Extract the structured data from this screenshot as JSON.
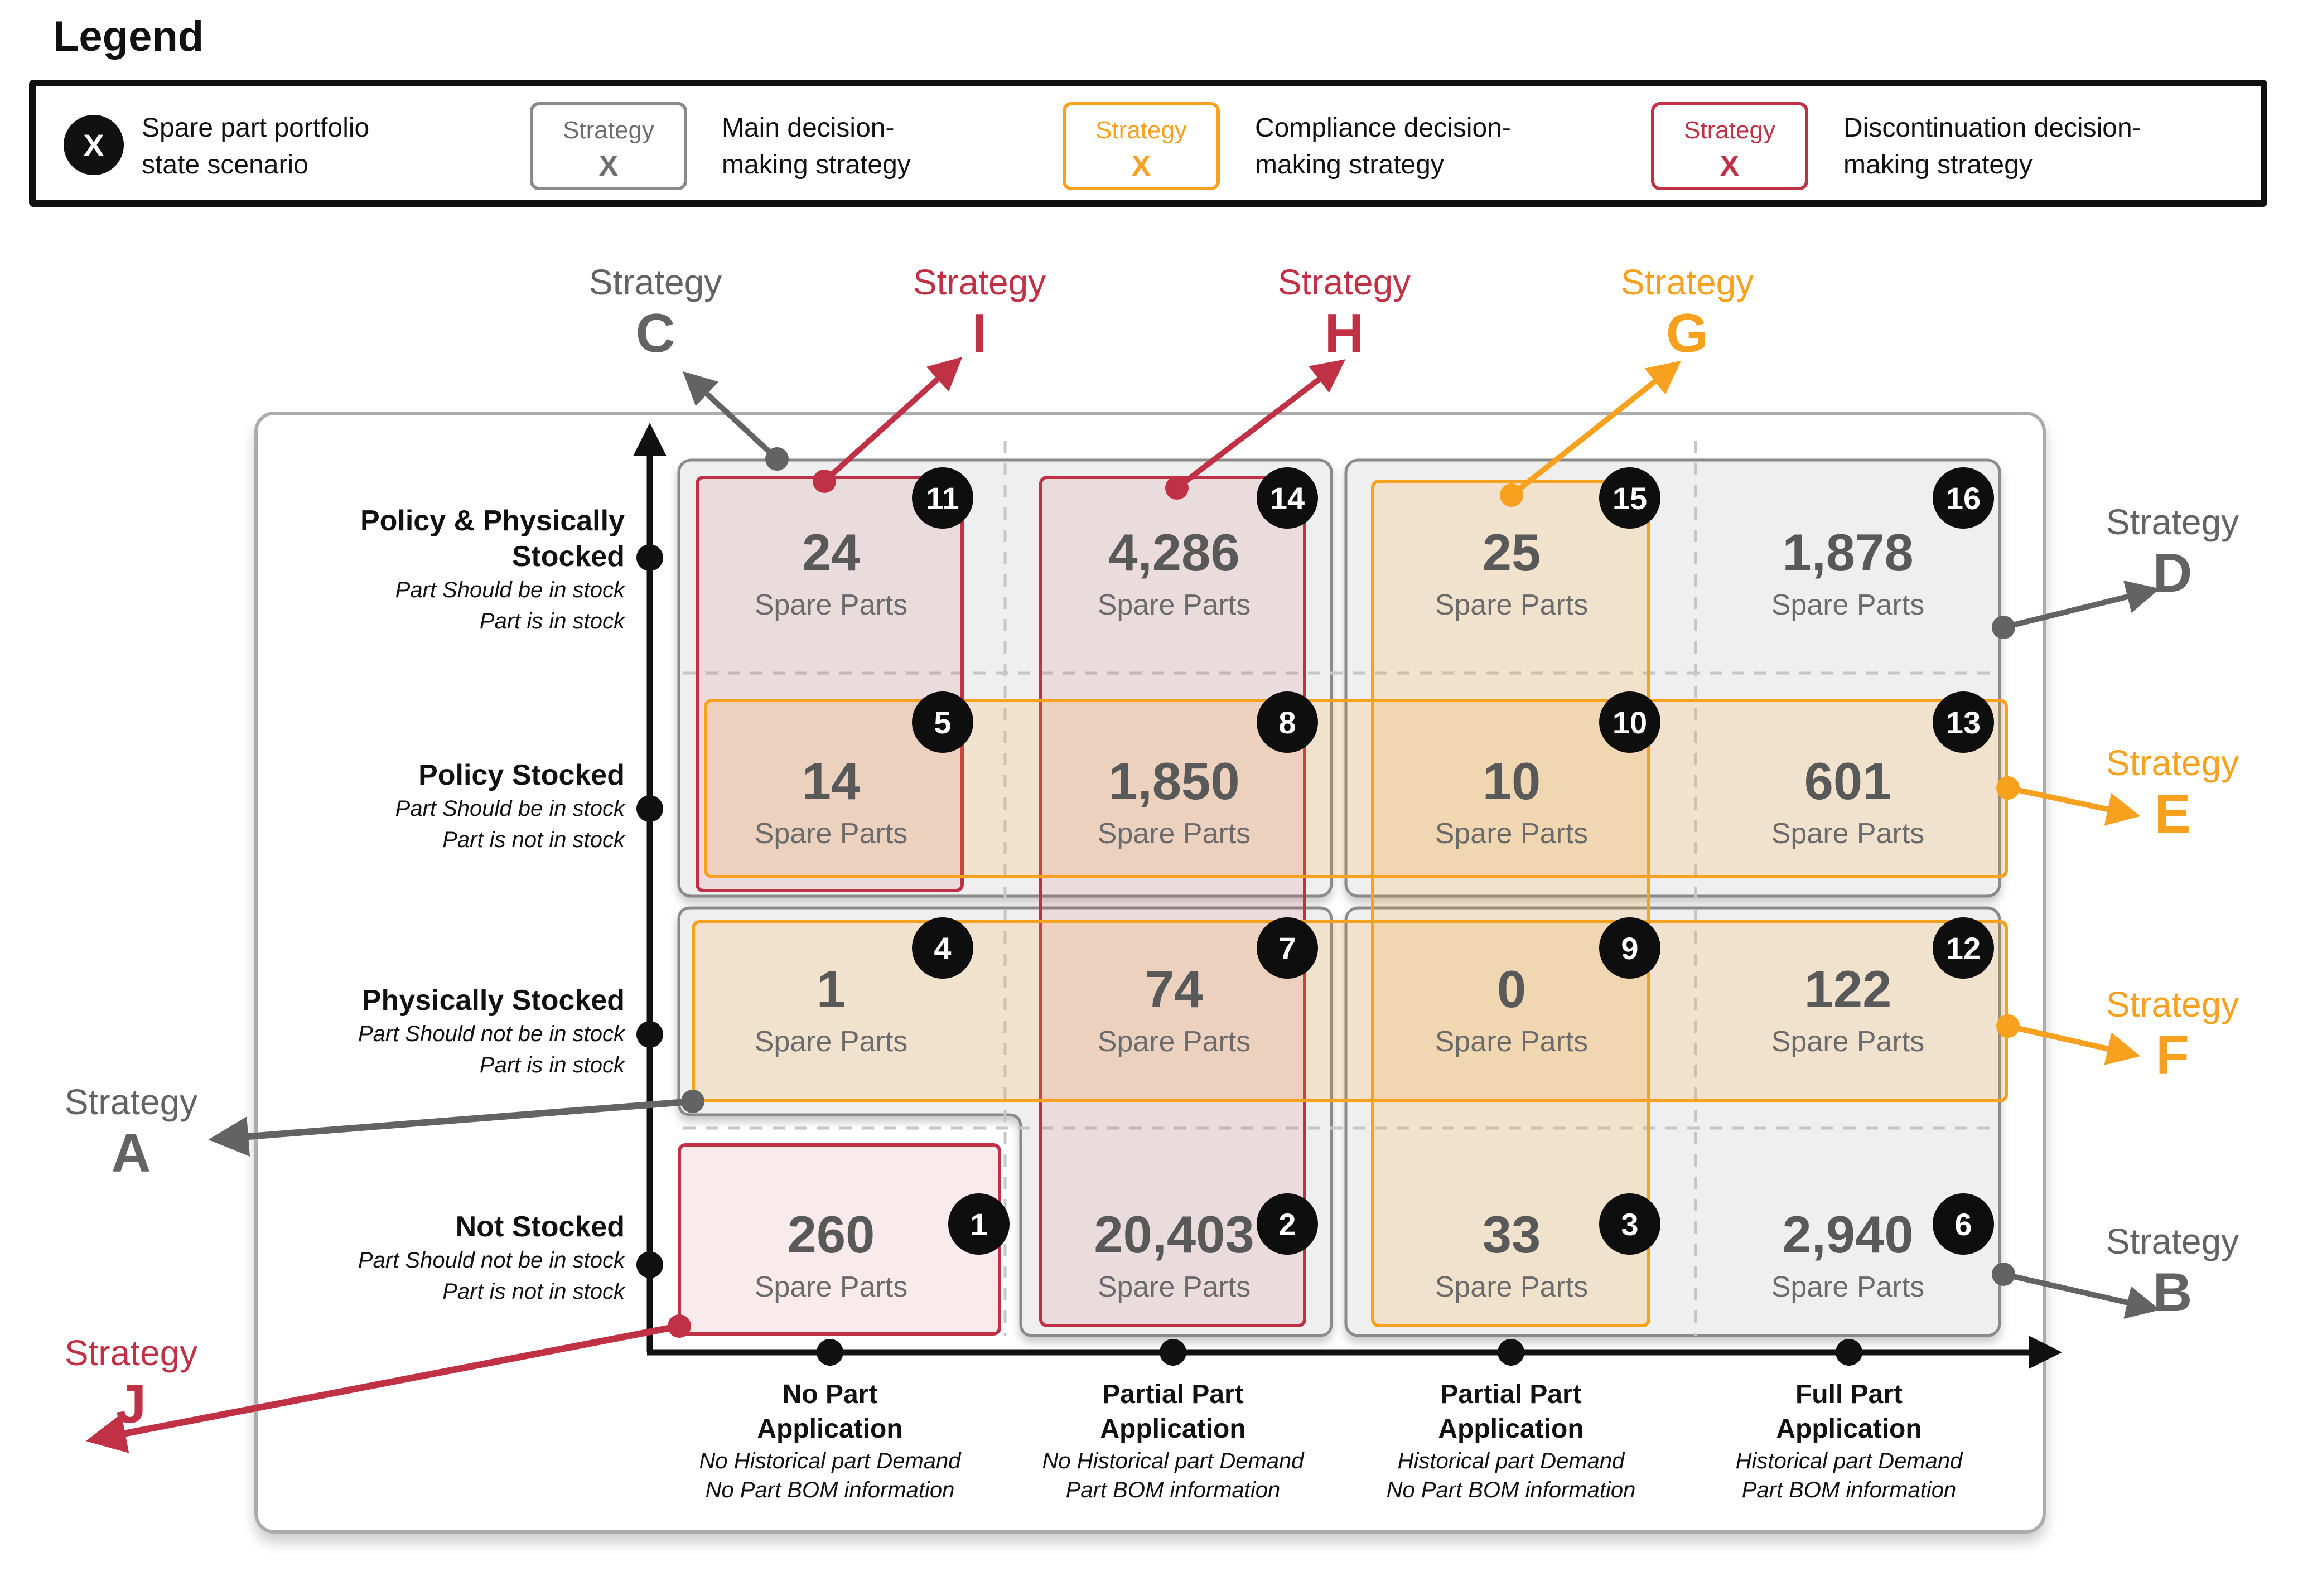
{
  "legend": {
    "title": "Legend",
    "scenario_item": {
      "symbol": "X",
      "line1": "Spare part portfolio",
      "line2": "state scenario"
    },
    "main_item": {
      "box_word": "Strategy",
      "box_letter": "X",
      "line1": "Main decision-",
      "line2": "making strategy"
    },
    "compliance_item": {
      "box_word": "Strategy",
      "box_letter": "X",
      "line1": "Compliance decision-",
      "line2": "making strategy"
    },
    "discontinuation_item": {
      "box_word": "Strategy",
      "box_letter": "X",
      "line1": "Discontinuation decision-",
      "line2": "making strategy"
    }
  },
  "axes": {
    "rows": [
      {
        "title1": "Policy & Physically",
        "title2": "Stocked",
        "sub1": "Part Should be in stock",
        "sub2": "Part is in stock"
      },
      {
        "title1": "Policy Stocked",
        "title2": "",
        "sub1": "Part Should be in stock",
        "sub2": "Part is not in stock"
      },
      {
        "title1": "Physically Stocked",
        "title2": "",
        "sub1": "Part Should not be in stock",
        "sub2": "Part is in stock"
      },
      {
        "title1": "Not Stocked",
        "title2": "",
        "sub1": "Part Should not be in stock",
        "sub2": "Part is not in stock"
      }
    ],
    "columns": [
      {
        "title1": "No Part",
        "title2": "Application",
        "sub1": "No Historical part Demand",
        "sub2": "No Part BOM information"
      },
      {
        "title1": "Partial Part",
        "title2": "Application",
        "sub1": "No Historical part Demand",
        "sub2": "Part BOM information"
      },
      {
        "title1": "Partial Part",
        "title2": "Application",
        "sub1": "Historical part Demand",
        "sub2": "No Part BOM information"
      },
      {
        "title1": "Full Part",
        "title2": "Application",
        "sub1": "Historical part Demand",
        "sub2": "Part BOM information"
      }
    ]
  },
  "cells": [
    {
      "scenario": 11,
      "count": "24",
      "unit": "Spare Parts"
    },
    {
      "scenario": 14,
      "count": "4,286",
      "unit": "Spare Parts"
    },
    {
      "scenario": 15,
      "count": "25",
      "unit": "Spare Parts"
    },
    {
      "scenario": 16,
      "count": "1,878",
      "unit": "Spare Parts"
    },
    {
      "scenario": 5,
      "count": "14",
      "unit": "Spare Parts"
    },
    {
      "scenario": 8,
      "count": "1,850",
      "unit": "Spare Parts"
    },
    {
      "scenario": 10,
      "count": "10",
      "unit": "Spare Parts"
    },
    {
      "scenario": 13,
      "count": "601",
      "unit": "Spare Parts"
    },
    {
      "scenario": 4,
      "count": "1",
      "unit": "Spare Parts"
    },
    {
      "scenario": 7,
      "count": "74",
      "unit": "Spare Parts"
    },
    {
      "scenario": 9,
      "count": "0",
      "unit": "Spare Parts"
    },
    {
      "scenario": 12,
      "count": "122",
      "unit": "Spare Parts"
    },
    {
      "scenario": 1,
      "count": "260",
      "unit": "Spare Parts"
    },
    {
      "scenario": 2,
      "count": "20,403",
      "unit": "Spare Parts"
    },
    {
      "scenario": 3,
      "count": "33",
      "unit": "Spare Parts"
    },
    {
      "scenario": 6,
      "count": "2,940",
      "unit": "Spare Parts"
    }
  ],
  "strategies": [
    {
      "word": "Strategy",
      "letter": "C",
      "role": "main"
    },
    {
      "word": "Strategy",
      "letter": "I",
      "role": "discontinuation"
    },
    {
      "word": "Strategy",
      "letter": "H",
      "role": "discontinuation"
    },
    {
      "word": "Strategy",
      "letter": "G",
      "role": "compliance"
    },
    {
      "word": "Strategy",
      "letter": "D",
      "role": "main"
    },
    {
      "word": "Strategy",
      "letter": "E",
      "role": "compliance"
    },
    {
      "word": "Strategy",
      "letter": "F",
      "role": "compliance"
    },
    {
      "word": "Strategy",
      "letter": "B",
      "role": "main"
    },
    {
      "word": "Strategy",
      "letter": "A",
      "role": "main"
    },
    {
      "word": "Strategy",
      "letter": "J",
      "role": "discontinuation"
    }
  ],
  "colors": {
    "red": "#C13145",
    "orange": "#F7A11F",
    "gray": "#636363"
  }
}
